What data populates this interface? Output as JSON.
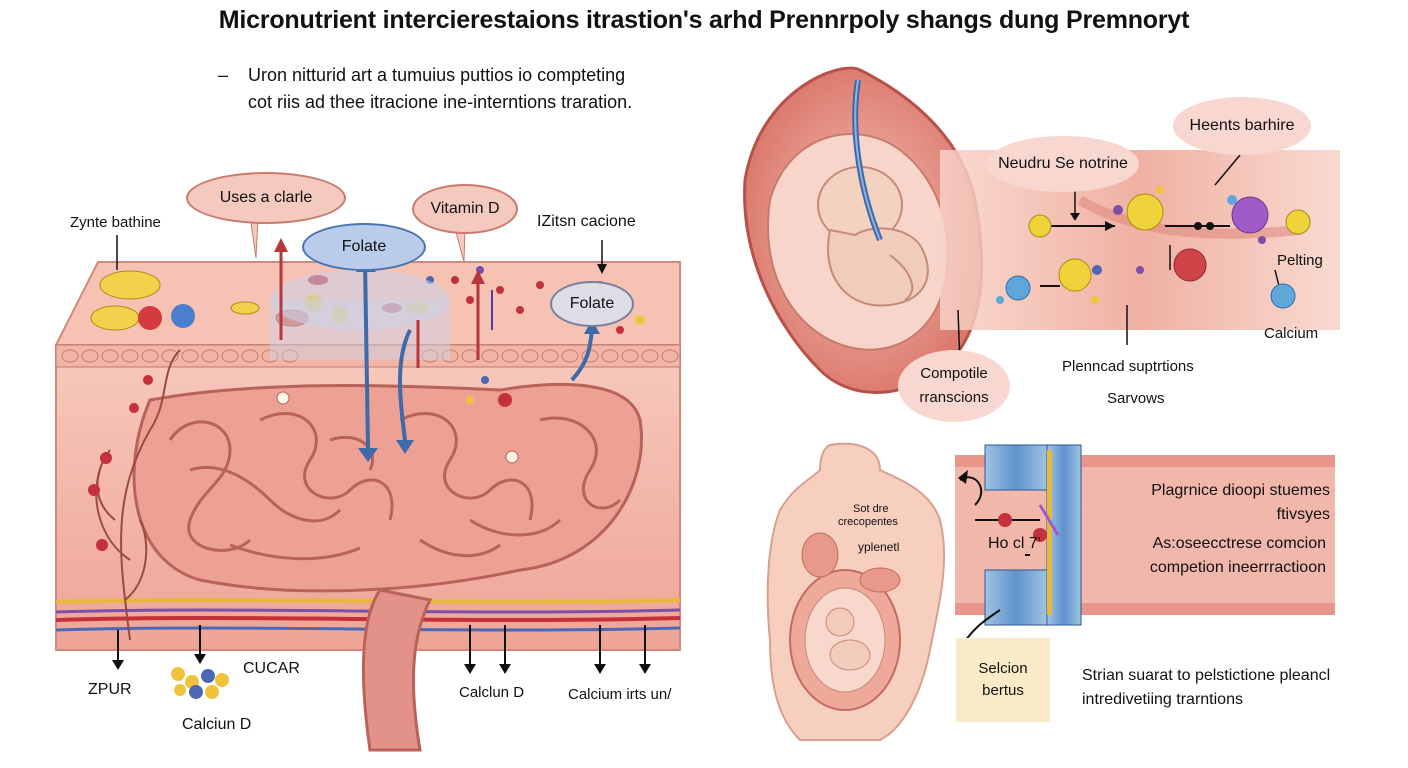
{
  "title": "Micronutrient intercierestaions itrastion's arhd Prennrpoly shangs dung Premnoryt",
  "intro": {
    "dash": "–",
    "text": "Uron nitturid art a tumuius puttios io compteting cot riis ad thee itracione ine-interntions traration."
  },
  "left_panel": {
    "bubbles": {
      "uses_a_clarle": "Uses a clarle",
      "vitamin_d": "Vitamin D",
      "folate_1": "Folate",
      "folate_2": "Folate"
    },
    "labels": {
      "zynte_bathine": "Zynte bathine",
      "izitsn_cacione": "IZitsn cacione",
      "zpur": "ZPUR",
      "cucar": "CUCAR",
      "calciun_d_bottom": "Calciun D",
      "calclun_d": "Calclun D",
      "calcium_irts_un": "Calcium irts un/"
    }
  },
  "top_right_panel": {
    "bubbles": {
      "heents_barhire": "Heents barhire",
      "neudru_se_notrine": "Neudru Se notrine",
      "compotile_rranscions": "Compotile rranscions"
    },
    "labels": {
      "pelting": "Pelting",
      "calcium": "Calcium",
      "plenncad_suptrtions": "Plenncad suptrtions",
      "sarvows": "Sarvows"
    }
  },
  "bottom_right_panel": {
    "body_labels": {
      "sot_dre": "Sot dre",
      "crecopentes": "crecopentes",
      "yplenetl": "yplenetl",
      "ho_ci": "Ho cl 7'"
    },
    "description_1": "Plagrnice dioopi stuemes ftivsyes",
    "description_2": "As:oseecctrese comcion competion ineerrractioon",
    "box": "Selcion bertus",
    "footer": "Strian suarat to pelstictione pleancl intredivetiing trarntions"
  },
  "colors": {
    "tissue_pink": "#f2b5a8",
    "intestine": "#e59c8f",
    "bubble_pink": "#f4c9be",
    "bubble_blue": "#b9cdea",
    "arrow_blue": "#3d6aa8",
    "arrow_red": "#b8353a",
    "box_cream": "#fbeac7"
  }
}
